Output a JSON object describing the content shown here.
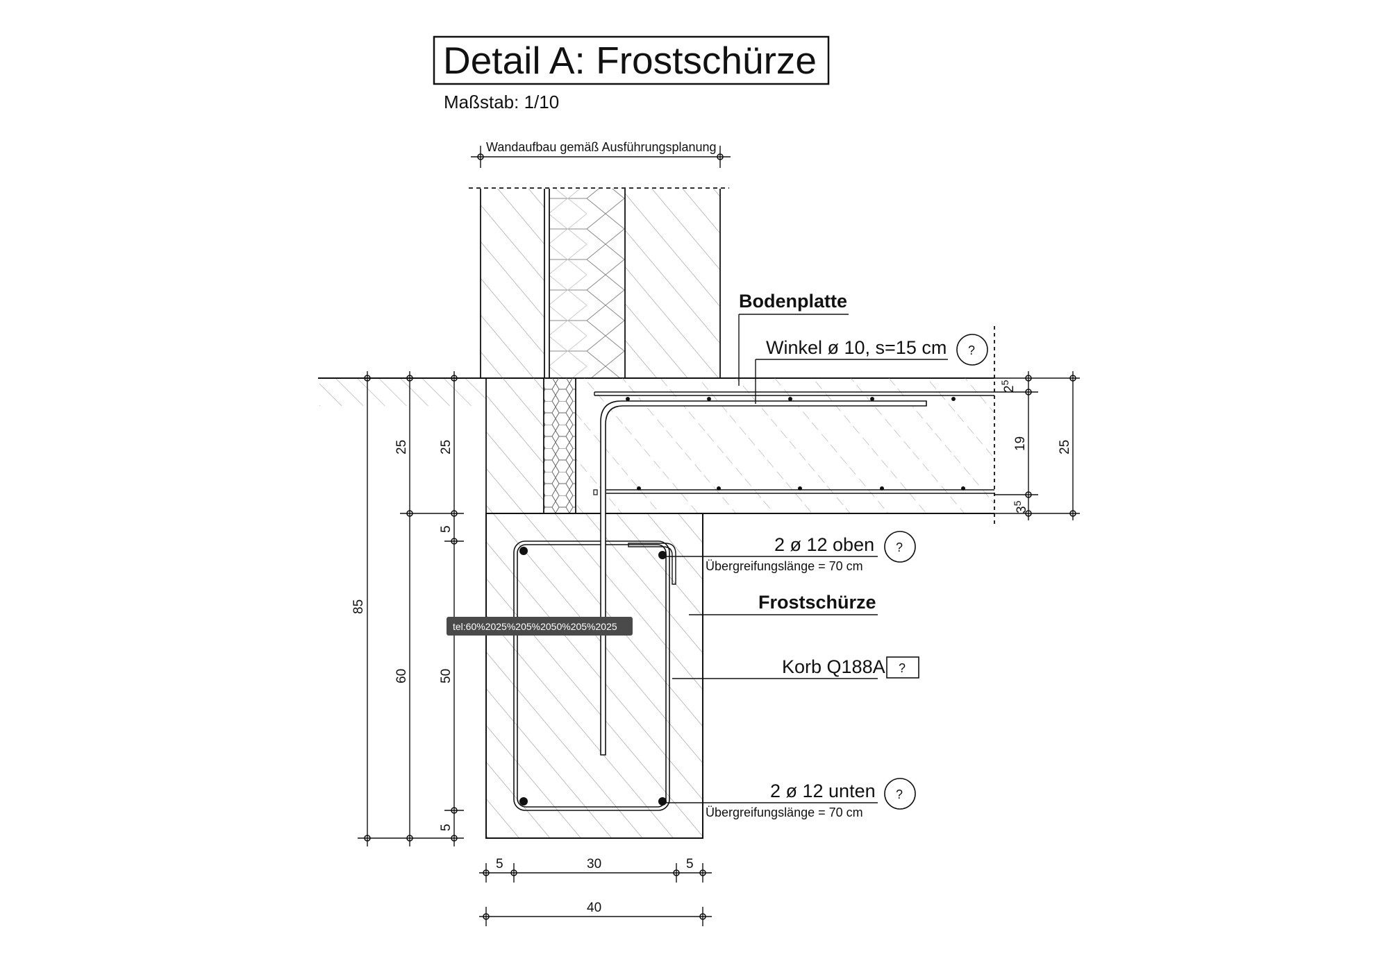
{
  "title": "Detail A: Frostschürze",
  "scale": "Maßstab: 1/10",
  "wall_note": "Wandaufbau gemäß Ausführungsplanung",
  "labels": {
    "bodenplatte": "Bodenplatte",
    "winkel": "Winkel ø 10, s=15 cm",
    "oben": "2 ø 12 oben",
    "oben_sub": "Übergreifungslänge = 70 cm",
    "frostschuerze": "Frostschürze",
    "korb": "Korb Q188A",
    "unten": "2 ø 12 unten",
    "unten_sub": "Übergreifungslänge = 70 cm",
    "unknown": "?"
  },
  "dimensions": {
    "total_depth": "85",
    "upper_25": "25",
    "lower_60": "60",
    "slab_25": "25",
    "cover_top_5": "5",
    "inner_50": "50",
    "cover_bottom_5": "5",
    "right_2": "2",
    "right_2_sup": "5",
    "right_19": "19",
    "right_3": "3",
    "right_3_sup": "5",
    "right_25": "25",
    "bottom_5_left": "5",
    "bottom_30": "30",
    "bottom_5_right": "5",
    "bottom_40": "40"
  },
  "tooltip": "tel:60%2025%205%2050%205%2025"
}
